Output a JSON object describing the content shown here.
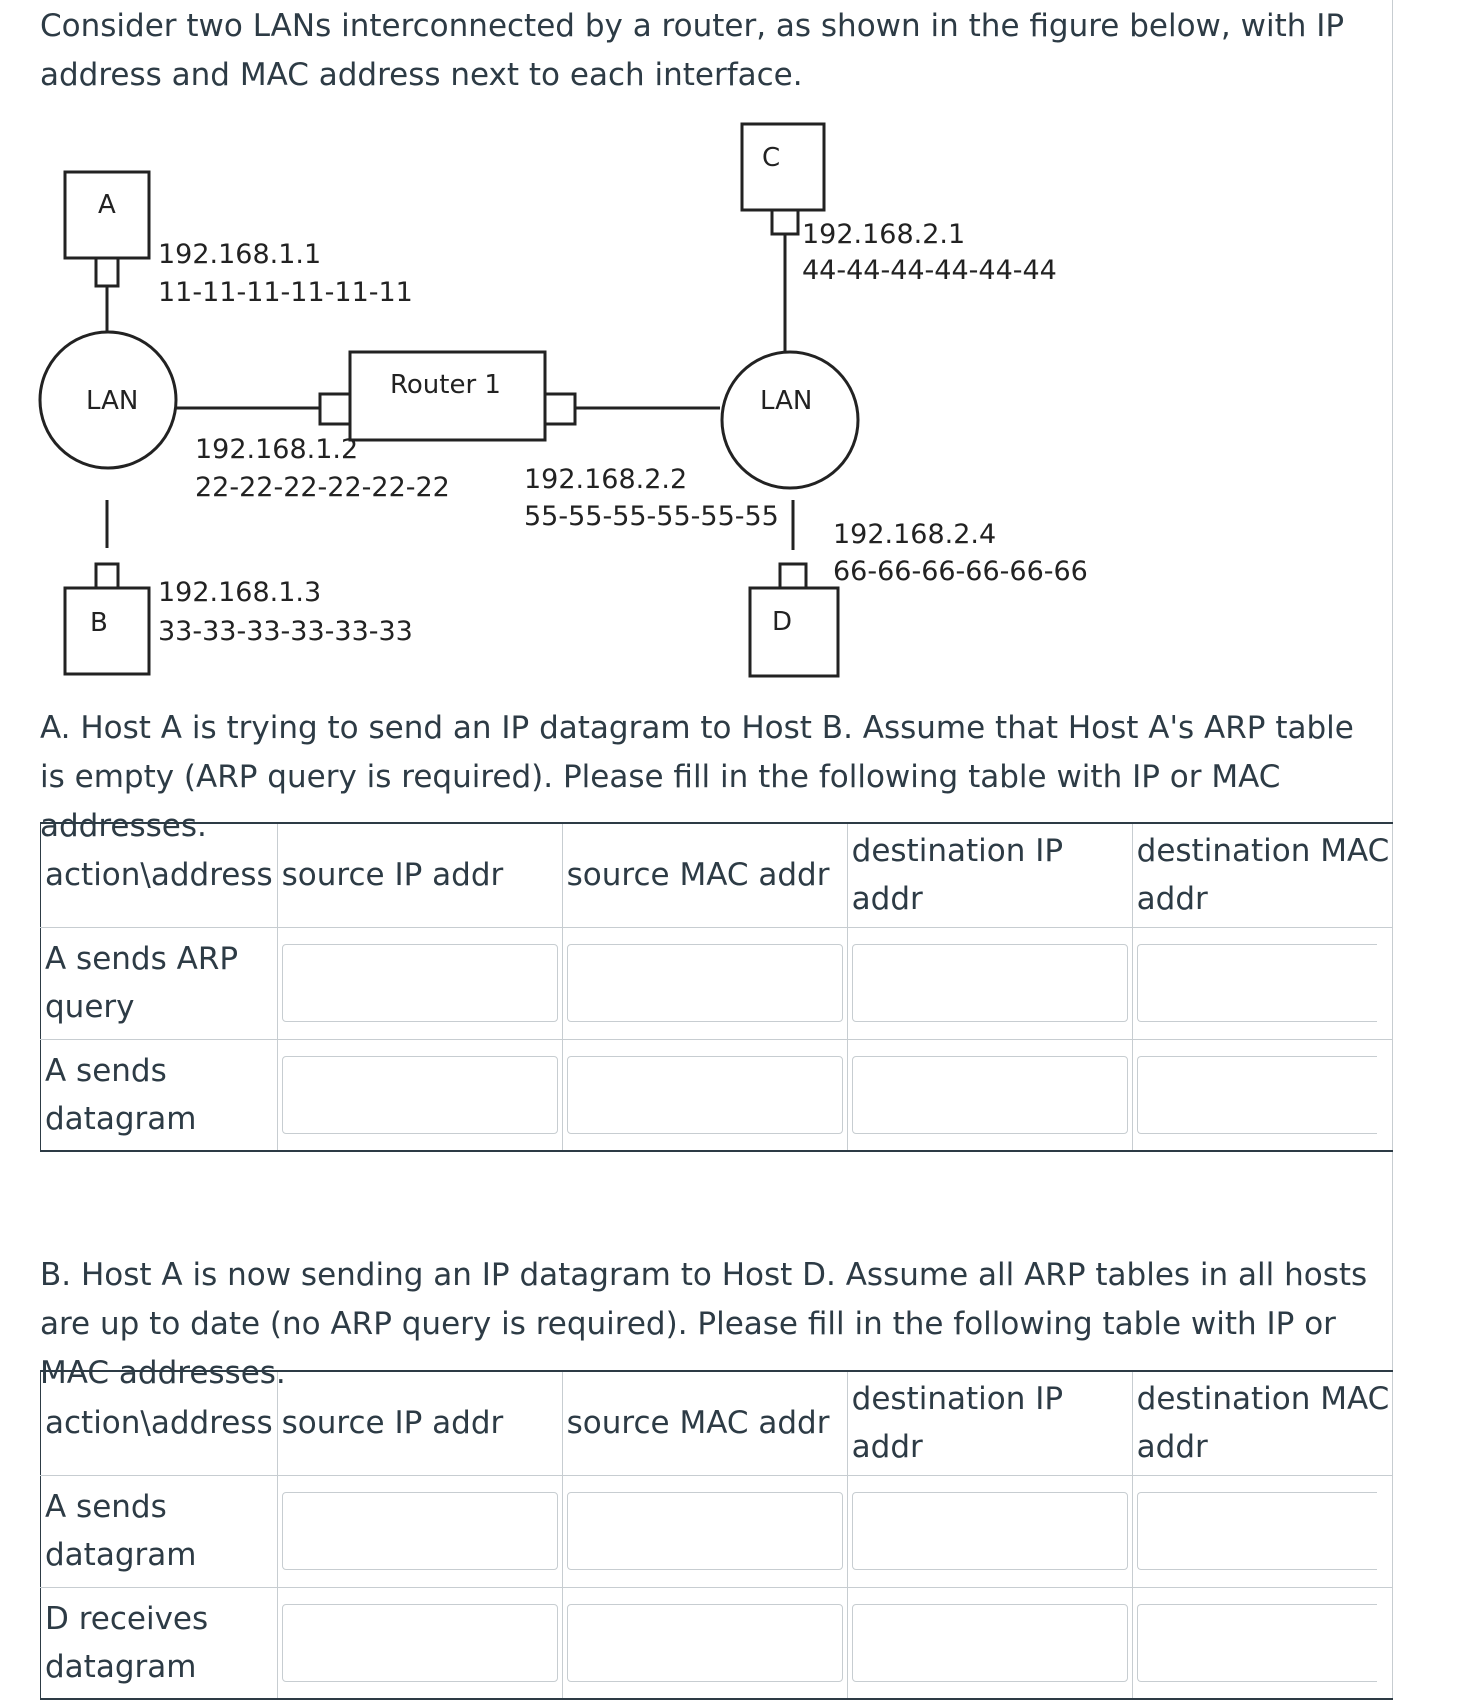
{
  "intro": "Consider two LANs interconnected by a router, as shown in the figure below, with IP address and MAC address next to each interface.",
  "figure": {
    "host_a": {
      "label": "A",
      "ip": "192.168.1.1",
      "mac": "11-11-11-11-11-11"
    },
    "host_b": {
      "label": "B",
      "ip": "192.168.1.3",
      "mac": "33-33-33-33-33-33"
    },
    "host_c": {
      "label": "C",
      "ip": "192.168.2.1",
      "mac": "44-44-44-44-44-44"
    },
    "host_d": {
      "label": "D",
      "ip": "192.168.2.4",
      "mac": "66-66-66-66-66-66"
    },
    "router": {
      "label": "Router 1",
      "left_ip": "192.168.1.2",
      "left_mac": "22-22-22-22-22-22",
      "right_ip": "192.168.2.2",
      "right_mac": "55-55-55-55-55-55"
    },
    "lan_left": "LAN",
    "lan_right": "LAN"
  },
  "question_a": {
    "text": "A. Host A is trying to send an IP datagram to Host B. Assume that Host A's ARP table is empty (ARP query is required). Please fill in the following table with IP or MAC addresses.",
    "headers": [
      "action\\address",
      "source IP addr",
      "source MAC addr",
      "destination IP addr",
      "destination MAC",
      "addr"
    ],
    "rows": [
      "A sends ARP query",
      "A sends datagram"
    ]
  },
  "question_b": {
    "text": "B. Host A is now sending an IP datagram to Host D. Assume all ARP tables in all hosts are up to date (no ARP query is required). Please fill in the following table with IP or MAC addresses.",
    "headers": [
      "action\\address",
      "source IP addr",
      "source MAC addr",
      "destination IP addr",
      "destination MAC",
      "addr"
    ],
    "rows": [
      "A sends datagram",
      "D receives datagram"
    ]
  },
  "colors": {
    "text": "#2d3b45",
    "border": "#c7cdd1",
    "diagram": "#222222"
  }
}
